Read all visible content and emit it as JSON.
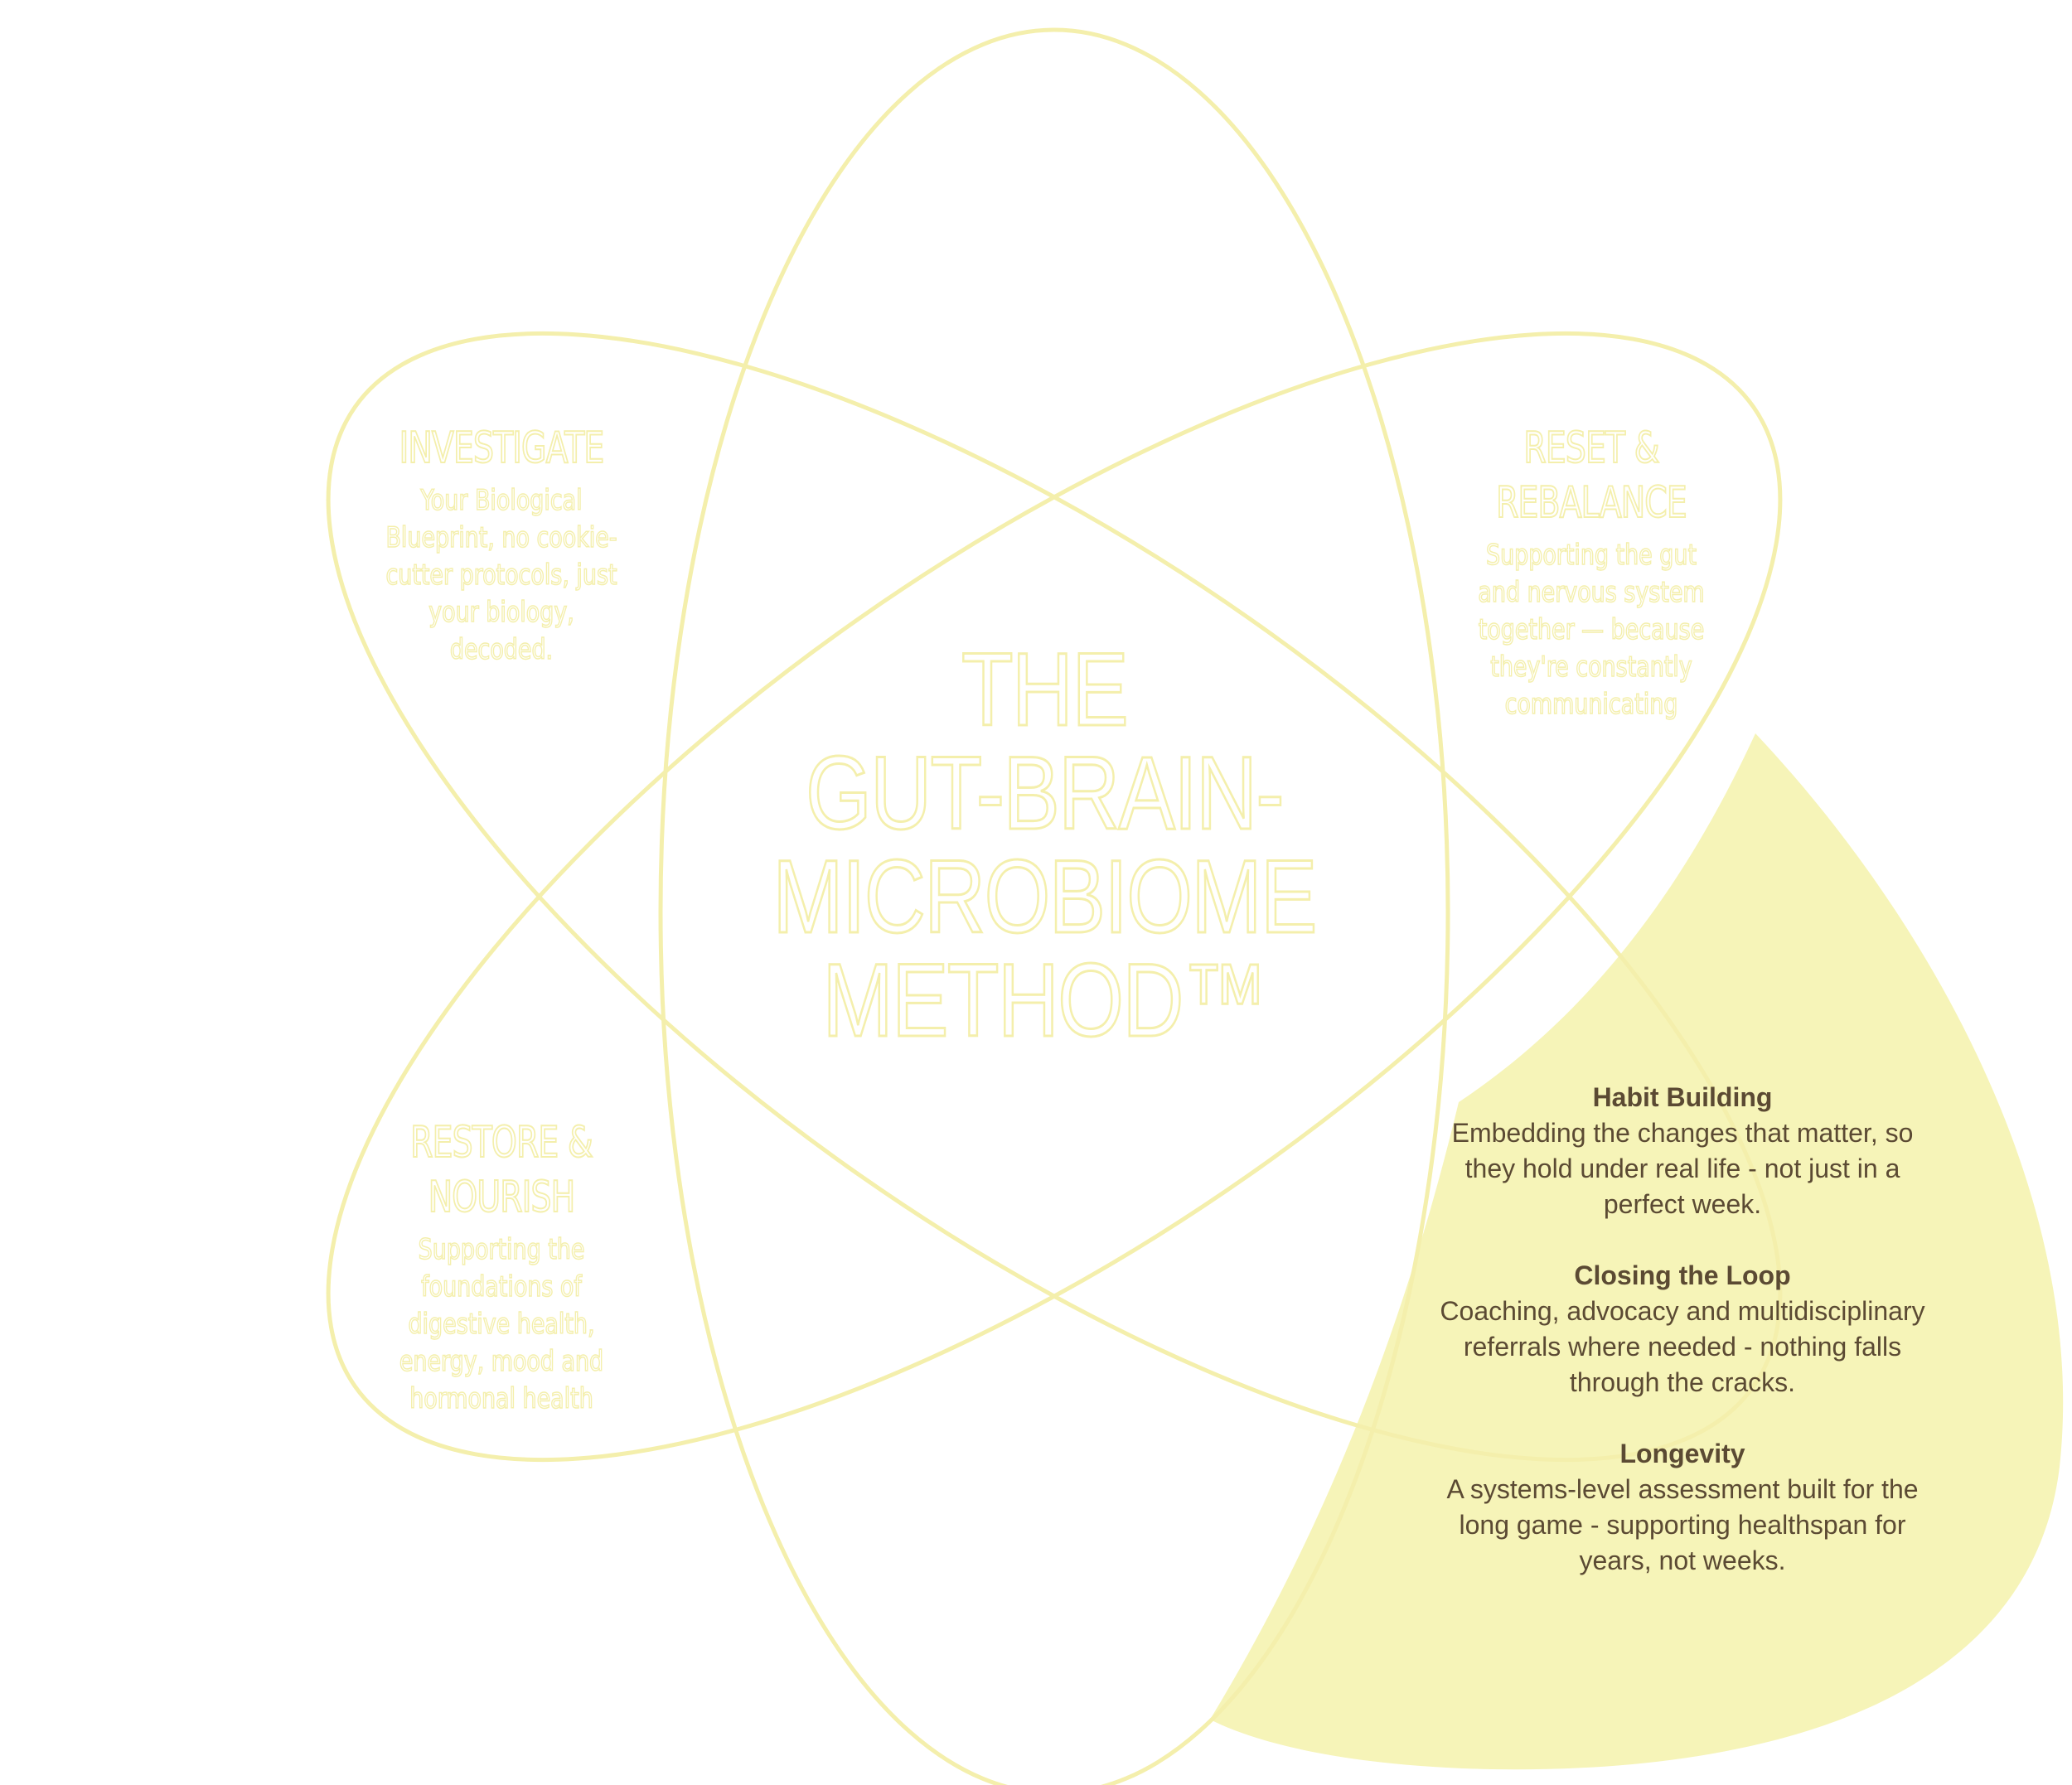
{
  "colors": {
    "outline": "#f4efac",
    "petal_fill": "#f6f4b8",
    "petal_text": "#5b4a33",
    "background": "#ffffff"
  },
  "center_title": {
    "line1": "THE",
    "line2": "GUT-BRAIN-",
    "line3": "MICROBIOME",
    "line4": "METHOD™"
  },
  "petals": {
    "investigate": {
      "title": "INVESTIGATE",
      "description": "Your Biological Blueprint, no cookie-cutter protocols, just your biology, decoded."
    },
    "reset": {
      "title": "RESET & REBALANCE",
      "description": "Supporting the gut and nervous system together — because they're constantly communicating"
    },
    "restore": {
      "title": "RESTORE & NOURISH",
      "description": "Supporting the foundations of digestive health, energy, mood and hormonal health"
    },
    "highlighted": {
      "items": [
        {
          "title": "Habit Building",
          "description": "Embedding the changes that matter, so they hold under real life - not just in a perfect week."
        },
        {
          "title": "Closing the Loop",
          "description": "Coaching, advocacy and multidisciplinary referrals where needed - nothing falls through the cracks."
        },
        {
          "title": "Longevity",
          "description": "A systems-level assessment built for the long game - supporting healthspan for years, not weeks."
        }
      ]
    }
  }
}
